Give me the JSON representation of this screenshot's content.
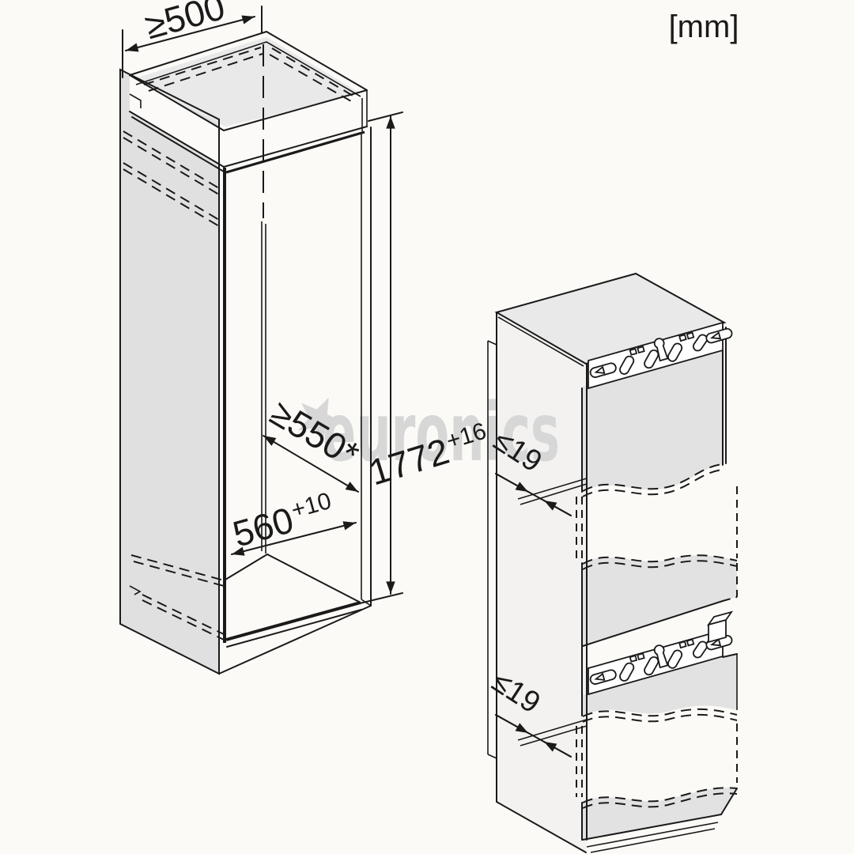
{
  "unit_label": "[mm]",
  "watermark": {
    "text": "euronics",
    "icon": "star-icon",
    "color": "#d7d7d7"
  },
  "dims": {
    "clearance_top": "≥500",
    "depth_min": "≥550*",
    "floor_depth": "560",
    "floor_depth_tol": "+10",
    "height": "1772",
    "height_tol": "+16",
    "gap_top": "≤19",
    "gap_bottom": "≤19"
  },
  "colors": {
    "background": "#fcfaf7",
    "line": "#1a1a1a",
    "panel_gray": "#e0e0e0",
    "top_face_gray": "#e9e9e9",
    "door_gray": "#e2e2e2",
    "wall_gray": "#f3f2f0",
    "watermark_gray": "#d7d7d7"
  }
}
